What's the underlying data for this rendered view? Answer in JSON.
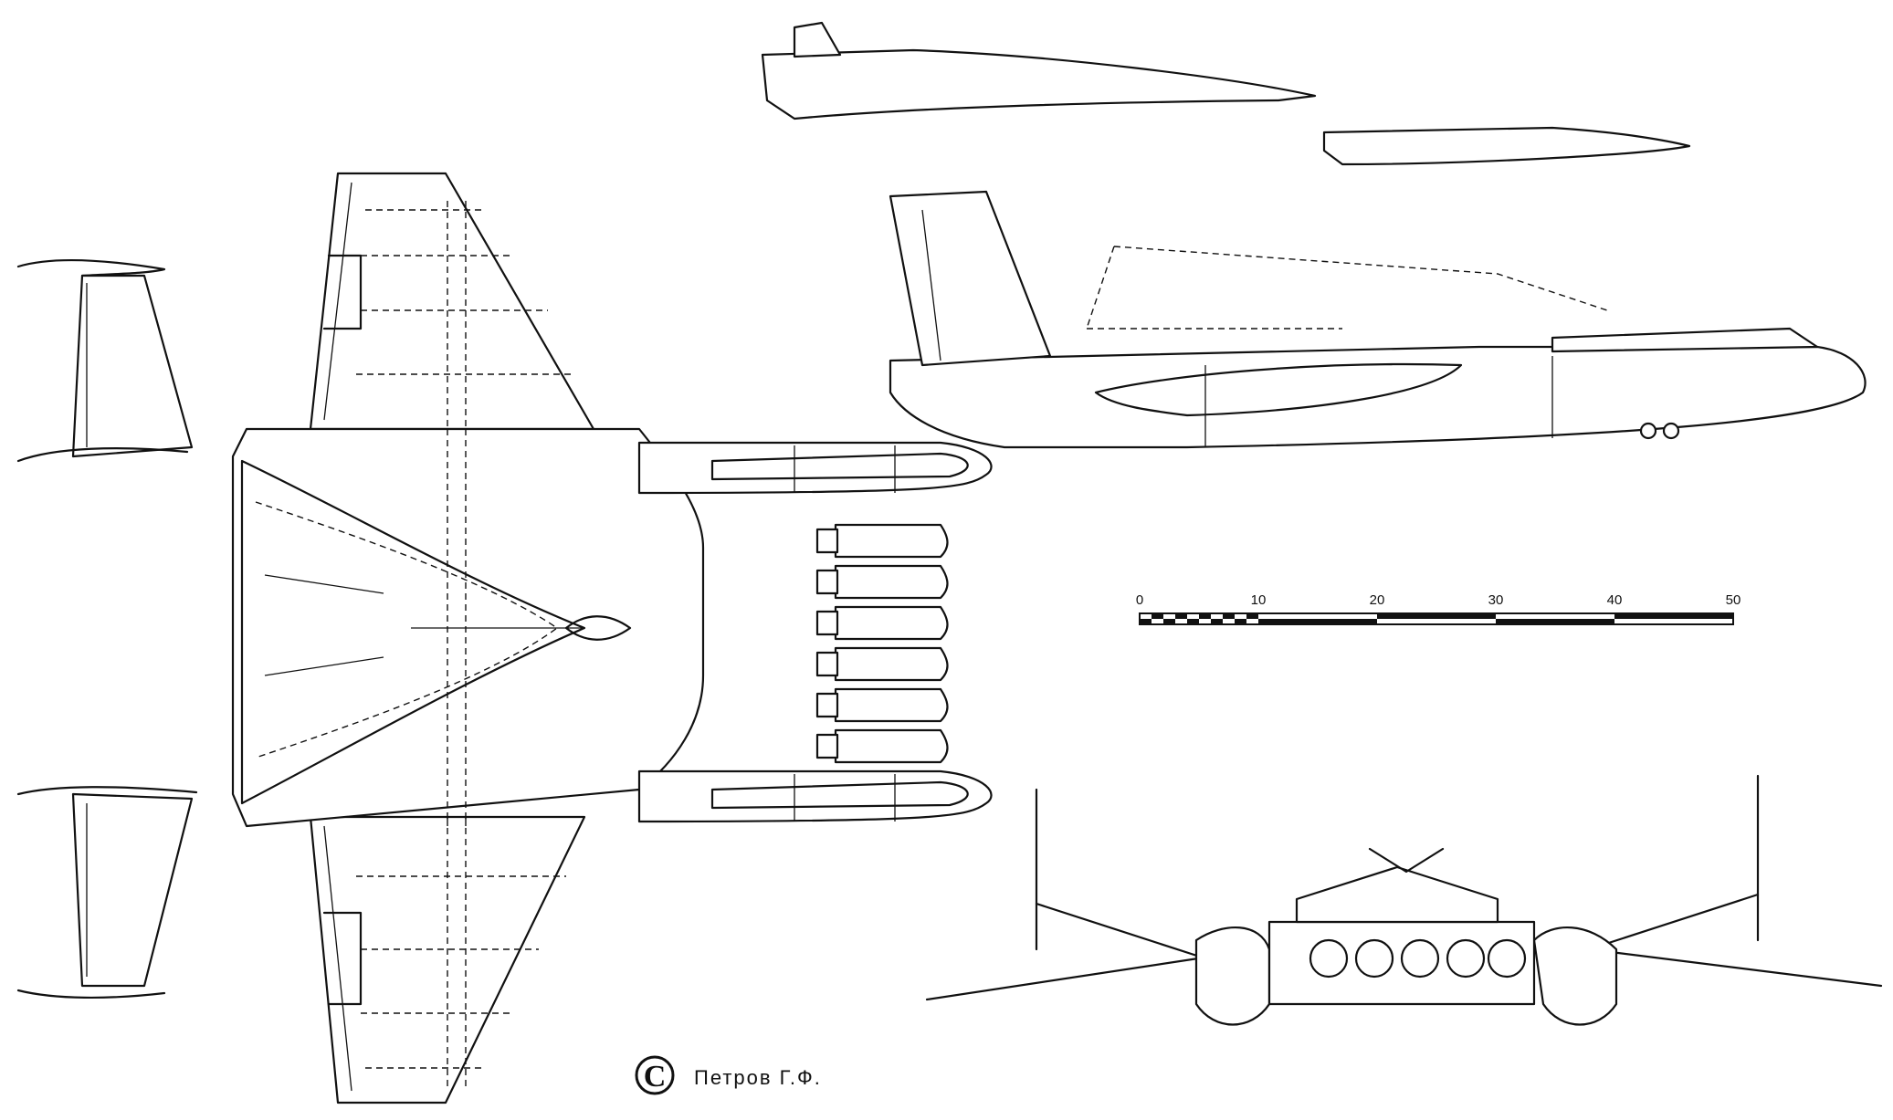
{
  "scale_bar": {
    "labels": [
      "0",
      "10",
      "20",
      "30",
      "40",
      "50"
    ]
  },
  "credit": {
    "symbol": "C",
    "author": "Петров Г.Ф."
  }
}
